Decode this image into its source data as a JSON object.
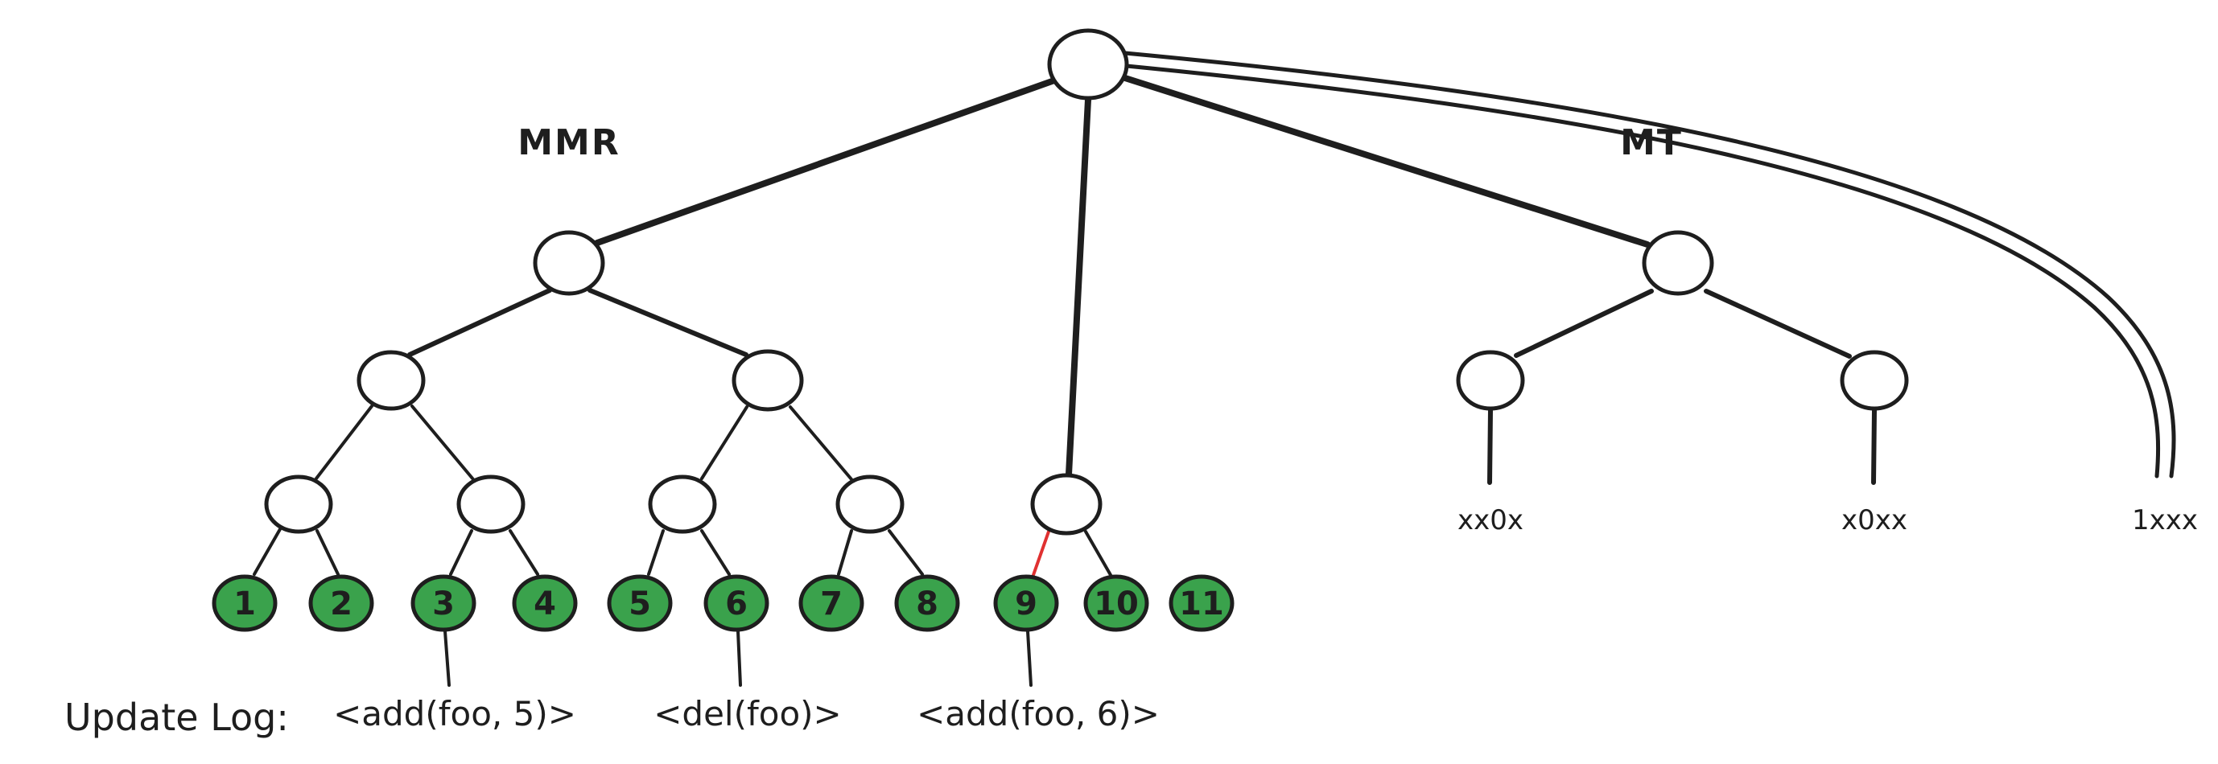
{
  "diagram": {
    "title_left": "MMR",
    "title_right": "MT",
    "leaves": [
      "1",
      "2",
      "3",
      "4",
      "5",
      "6",
      "7",
      "8",
      "9",
      "10",
      "11"
    ],
    "mt_leaves": [
      "xx0x",
      "x0xx",
      "1xxx"
    ],
    "update_log": {
      "label": "Update Log:",
      "entries": [
        "<add(foo, 5)>",
        "<del(foo)>",
        "<add(foo, 6)>"
      ]
    },
    "colors": {
      "stroke": "#1e1e1e",
      "leaf_fill": "#3aa24c",
      "highlight_edge": "#e03131",
      "background": "#ffffff"
    }
  }
}
